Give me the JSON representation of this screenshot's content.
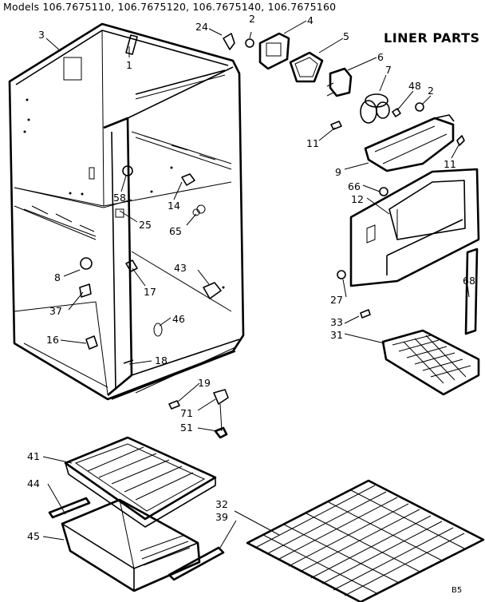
{
  "header": {
    "models": "Models 106.7675110, 106.7675120, 106.7675140, 106.7675160"
  },
  "title": "LINER PARTS",
  "page_code": "B5",
  "callouts": [
    "1",
    "2",
    "2",
    "3",
    "4",
    "5",
    "6",
    "7",
    "8",
    "9",
    "11",
    "11",
    "12",
    "14",
    "16",
    "17",
    "18",
    "19",
    "24",
    "25",
    "27",
    "31",
    "32",
    "33",
    "37",
    "39",
    "41",
    "43",
    "44",
    "45",
    "46",
    "48",
    "51",
    "58",
    "65",
    "66",
    "68",
    "71"
  ]
}
